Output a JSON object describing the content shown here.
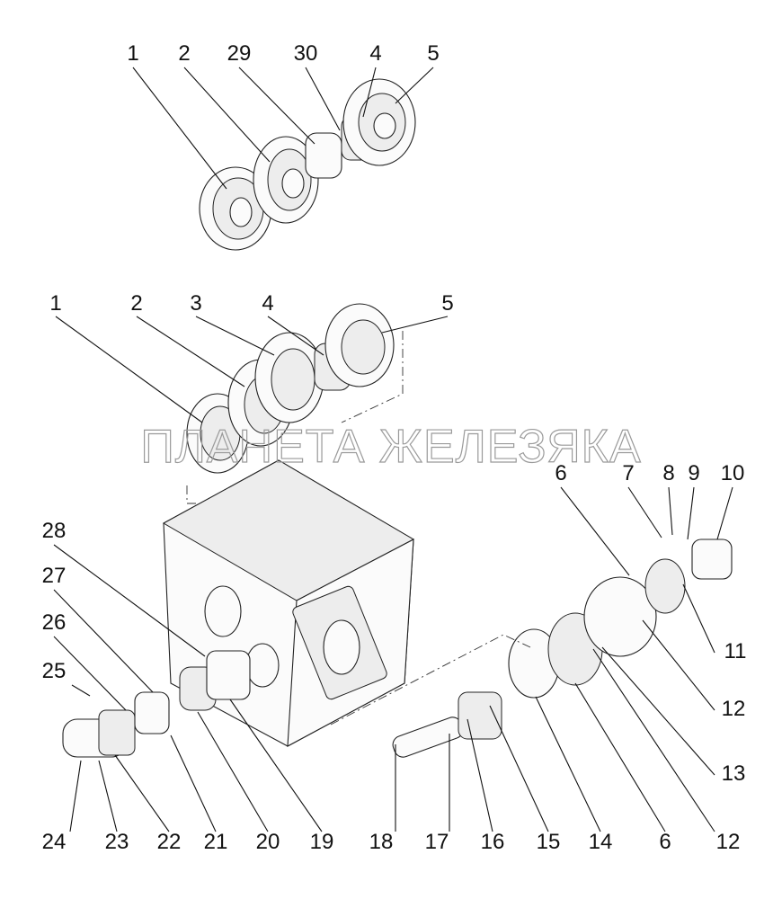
{
  "watermark": "ПЛАНЕТА ЖЕЛЕЗЯКА",
  "callouts_top": [
    "1",
    "2",
    "29",
    "30",
    "4",
    "5"
  ],
  "callouts_mid": [
    "1",
    "2",
    "3",
    "4",
    "5"
  ],
  "callouts_right": [
    "6",
    "7",
    "8",
    "9",
    "10"
  ],
  "callouts_side": [
    "11",
    "12",
    "13"
  ],
  "callouts_left": [
    "28",
    "27",
    "26",
    "25"
  ],
  "callouts_bottom": [
    "24",
    "23",
    "22",
    "21",
    "20",
    "19",
    "18",
    "17",
    "16",
    "15",
    "14",
    "6",
    "12"
  ]
}
